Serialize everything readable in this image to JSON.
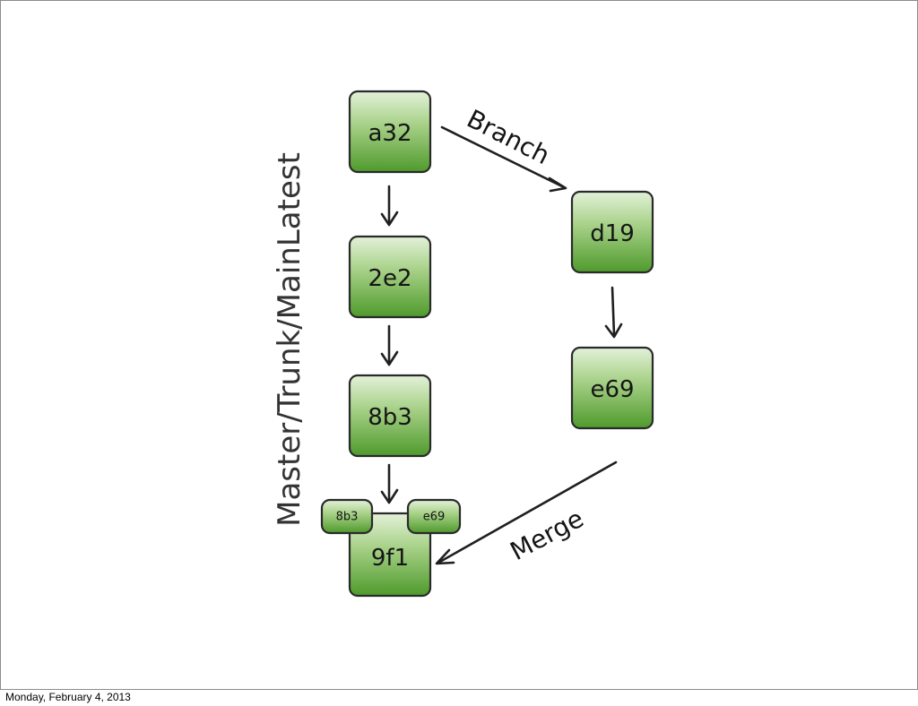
{
  "diagram": {
    "side_label": "Master/Trunk/MainLatest",
    "nodes": {
      "a32": "a32",
      "n2e2": "2e2",
      "n8b3": "8b3",
      "n9f1": "9f1",
      "d19": "d19",
      "e69": "e69",
      "parent_left": "8b3",
      "parent_right": "e69"
    },
    "edges": {
      "branch": "Branch",
      "merge": "Merge"
    },
    "colors": {
      "node_top": "#d9eccd",
      "node_bottom": "#5aa034",
      "border": "#2a2a2a"
    }
  },
  "footer": {
    "date": "Monday, February 4, 2013"
  }
}
